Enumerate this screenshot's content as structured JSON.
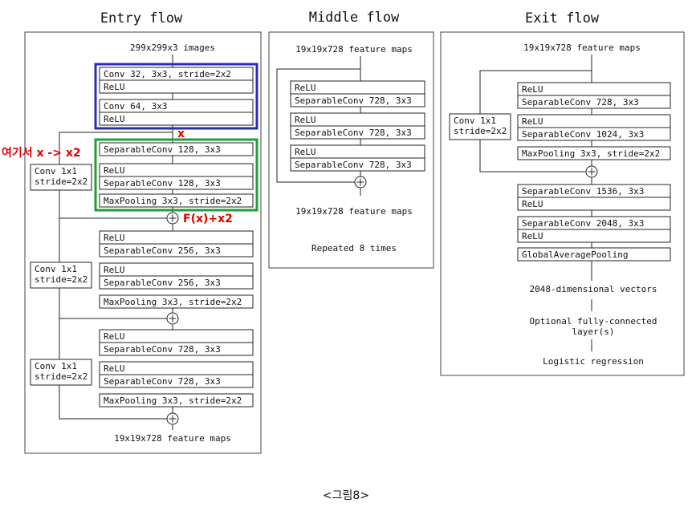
{
  "entry": {
    "title": "Entry flow",
    "input": "299x299x3 images",
    "conv1": "Conv 32, 3x3, stride=2x2",
    "conv1_relu": "ReLU",
    "conv2": "Conv 64, 3x3",
    "conv2_relu": "ReLU",
    "b1_sep1": "SeparableConv 128, 3x3",
    "b1_relu": "ReLU",
    "b1_sep2": "SeparableConv 128, 3x3",
    "b1_pool": "MaxPooling 3x3, stride=2x2",
    "b1_skip_1": "Conv 1x1",
    "b1_skip_2": "stride=2x2",
    "b2_relu1": "ReLU",
    "b2_sep1": "SeparableConv 256, 3x3",
    "b2_relu2": "ReLU",
    "b2_sep2": "SeparableConv 256, 3x3",
    "b2_pool": "MaxPooling 3x3, stride=2x2",
    "b2_skip_1": "Conv 1x1",
    "b2_skip_2": "stride=2x2",
    "b3_relu1": "ReLU",
    "b3_sep1": "SeparableConv 728, 3x3",
    "b3_relu2": "ReLU",
    "b3_sep2": "SeparableConv 728, 3x3",
    "b3_pool": "MaxPooling 3x3, stride=2x2",
    "b3_skip_1": "Conv 1x1",
    "b3_skip_2": "stride=2x2",
    "output": "19x19x728 feature maps"
  },
  "middle": {
    "title": "Middle flow",
    "input": "19x19x728 feature maps",
    "relu1": "ReLU",
    "sep1": "SeparableConv 728, 3x3",
    "relu2": "ReLU",
    "sep2": "SeparableConv 728, 3x3",
    "relu3": "ReLU",
    "sep3": "SeparableConv 728, 3x3",
    "output": "19x19x728 feature maps",
    "repeat": "Repeated 8 times"
  },
  "exit": {
    "title": "Exit flow",
    "input": "19x19x728 feature maps",
    "relu1": "ReLU",
    "sep1": "SeparableConv 728, 3x3",
    "relu2": "ReLU",
    "sep2": "SeparableConv 1024, 3x3",
    "pool": "MaxPooling 3x3, stride=2x2",
    "skip_1": "Conv 1x1",
    "skip_2": "stride=2x2",
    "sep3": "SeparableConv 1536, 3x3",
    "relu3": "ReLU",
    "sep4": "SeparableConv 2048, 3x3",
    "relu4": "ReLU",
    "gap": "GlobalAveragePooling",
    "vectors": "2048-dimensional vectors",
    "fc_1": "Optional fully-connected",
    "fc_2": "layer(s)",
    "logistic": "Logistic regression"
  },
  "annotations": {
    "x": "x",
    "here": "여기서 x -> x2",
    "fx": "F(x)+x2",
    "conv_box_color": "#2b2bb8",
    "block_box_color": "#1f9e3a",
    "annotation_color": "#e00000"
  },
  "caption": "<그림8>"
}
